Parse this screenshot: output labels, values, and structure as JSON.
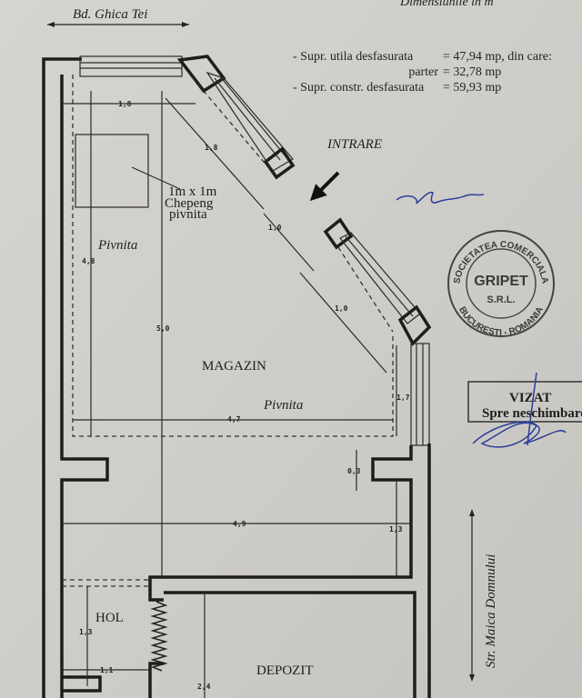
{
  "header": {
    "street_top": "Bd. Ghica Tei",
    "units_note": "Dimensiunile in m"
  },
  "areas": [
    {
      "label": "- Supr. utila desfasurata",
      "value": "= 47,94 mp, din care:"
    },
    {
      "label": "parter",
      "value": "= 32,78 mp"
    },
    {
      "label": "- Supr. constr. desfasurata",
      "value": "= 59,93 mp"
    }
  ],
  "rooms": {
    "entrance": "INTRARE",
    "basement_top": "Pivnita",
    "shop": "MAGAZIN",
    "basement_bottom": "Pivnita",
    "hall": "HOL",
    "storage": "DEPOZIT"
  },
  "hatch_note": [
    "1m x 1m",
    "Chepeng",
    "pivnita"
  ],
  "street_side": "Str. Maica Domnului",
  "dimensions": {
    "top_width": "1,8",
    "diag_upper": "1,8",
    "entrance_width": "1,0",
    "diag_lower": "1,0",
    "basement_depth": "4,8",
    "shop_depth": "5,0",
    "basement_width": "4,7",
    "right_window": "1,7",
    "pillar": "0,3",
    "shop_width": "4,9",
    "right_lower": "1,3",
    "hall_depth": "1,3",
    "hall_width": "1,1",
    "storage_depth": "2,4"
  },
  "stamp": {
    "company_top": "SOCIETATEA COMERCIALA",
    "name": "GRIPET",
    "type": "S.R.L.",
    "city": "BUCURESTI - ROMANIA"
  },
  "approval": {
    "title": "VIZAT",
    "subtitle": "Spre neschimbare"
  }
}
